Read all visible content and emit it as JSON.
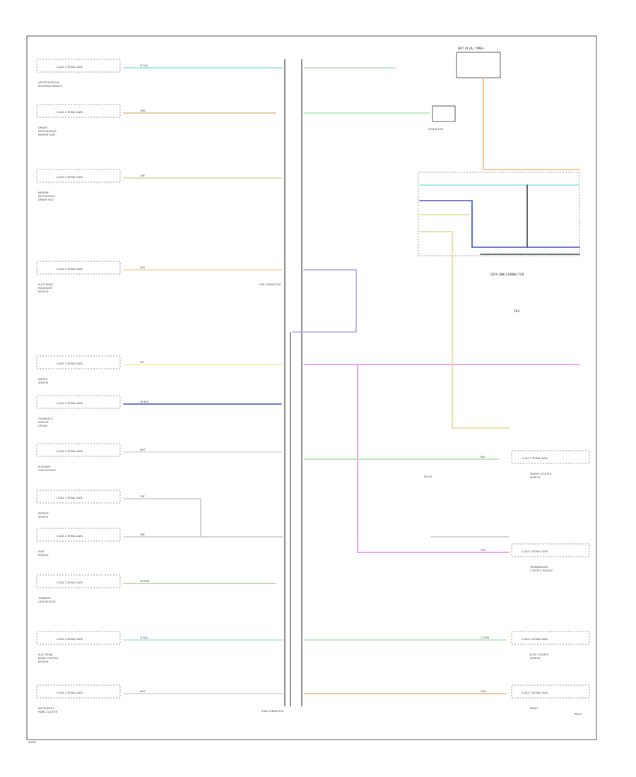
{
  "figure_label": "W/NT5",
  "corner_code": "FR3H3",
  "left_modules": [
    {
      "id": "m1",
      "box": "CLASS 2 SERIAL DATA",
      "desc": "UPFITTER SPECIAL\nINTERFACE MODULE",
      "wire": "LT BLU",
      "color": "#8ee0f0"
    },
    {
      "id": "m2",
      "box": "CLASS 2 SERIAL DATA",
      "desc": "DRIVER\nDOOR MODULE\nMEMORY SEAT",
      "wire": "ORN",
      "color": "#e8b880"
    },
    {
      "id": "m3",
      "box": "CLASS 2 SERIAL DATA",
      "desc": "MEMORY\nSEAT MODULE\nDRIVER SEAT",
      "wire": "GRY",
      "color": "#c8c890"
    },
    {
      "id": "m4",
      "box": "CLASS 2 SERIAL DATA",
      "desc": "ELECTRONIC\nPASSENGER\nMODULE",
      "wire": "TAN",
      "color": "#f0d890"
    },
    {
      "id": "m5",
      "box": "CLASS 2 SERIAL DATA",
      "desc": "SWITCH\nSENSOR",
      "wire": "YEL",
      "color": "#f4ec90"
    },
    {
      "id": "m6",
      "box": "CLASS 2 SERIAL DATA",
      "desc": "TELEMATICS\nMODULE\nOR NAV",
      "wire": "DK BLU",
      "color": "#4050c0"
    },
    {
      "id": "m7",
      "box": "CLASS 2 SERIAL DATA",
      "desc": "AUXILIARY\nHVAC MODULE",
      "wire": "WHT",
      "color": "#d8d8d8"
    },
    {
      "id": "m8",
      "box": "CLASS 2 SERIAL DATA",
      "desc": "BATTERY\nSENSOR",
      "wire": "GRY",
      "color": "#c8c8c8"
    },
    {
      "id": "m9",
      "box": "CLASS 2 SERIAL DATA",
      "desc": "HVAC\nMODULE",
      "wire": "GRY",
      "color": "#c8c8c8"
    },
    {
      "id": "m10",
      "box": "CLASS 2 SERIAL DATA",
      "desc": "TRANSFER\nCASE MODULE",
      "wire": "DK GRN",
      "color": "#a0d890"
    },
    {
      "id": "m11",
      "box": "CLASS 2 SERIAL DATA",
      "desc": "ELECTRONIC\nBRAKE CONTROL\nMODULE",
      "wire": "LT BLU",
      "color": "#a8e0f4"
    },
    {
      "id": "m12",
      "box": "CLASS 2 SERIAL DATA",
      "desc": "INSTRUMENT\nPANEL CLUSTER",
      "wire": "WHT",
      "color": "#d0d0d0"
    }
  ],
  "right_modules": [
    {
      "id": "r1",
      "box": "CLASS 2 SERIAL DATA",
      "desc": "ENGINE CONTROL\nMODULE",
      "wire": "BLK",
      "color": "#aee0b0"
    },
    {
      "id": "r2",
      "box": "CLASS 2 SERIAL DATA",
      "desc": "TRANSMISSION\nCONTROL MODULE",
      "wire": "PNK",
      "color": "#ffffff"
    },
    {
      "id": "r3",
      "box": "CLASS 2 SERIAL DATA",
      "desc": "BODY CONTROL\nMODULE",
      "wire": "LT GRN",
      "color": "#ffffff"
    },
    {
      "id": "r4",
      "box": "CLASS 2 SERIAL DATA",
      "desc": "RADIO",
      "wire": "ORN",
      "color": "#ffffff"
    }
  ],
  "dlc": {
    "title": "DATA LINK CONNECTOR",
    "label": "DLC"
  },
  "connector_labels": {
    "star_top": "STAR\nCONNECTOR",
    "star_bottom": "STAR\nCONNECTOR",
    "splice": "SPLICE",
    "fuse_block": "FUSE\nBLOCK",
    "hot_at_all_times": "HOT AT ALL TIMES"
  },
  "colors": {
    "cyan": "#8ee0f0",
    "green": "#a8e8b0",
    "orange": "#f4b070",
    "yellow": "#f6ee98",
    "blue": "#4050c8",
    "magenta": "#f080f0",
    "lavender": "#a8a8f0",
    "khaki": "#e8d890",
    "dark": "#222222"
  }
}
